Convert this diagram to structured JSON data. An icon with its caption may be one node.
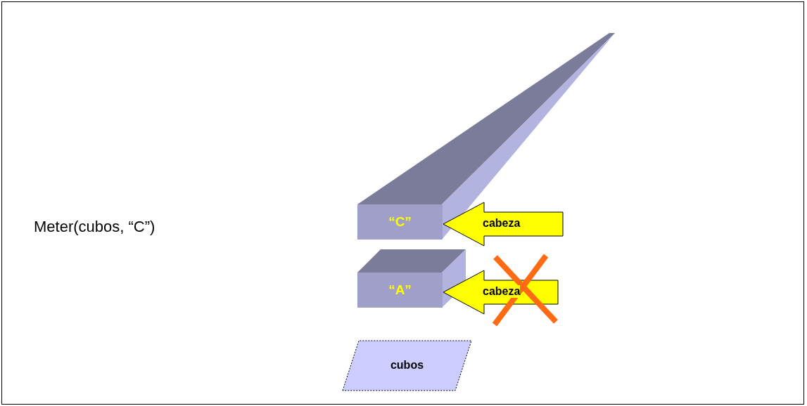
{
  "diagram": {
    "nodes": [
      {
        "text": [
          "“C”"
        ]
      },
      {
        "text": [
          "“A”"
        ]
      },
      {
        "text": [
          "cubos"
        ]
      }
    ],
    "edges": [
      {
        "from": null,
        "to": 0,
        "arrow": "to",
        "label": "cabeza"
      },
      {
        "from": null,
        "to": 1,
        "arrow": "to",
        "label": "cabeza"
      }
    ],
    "labels": [
      "Meter(cubos, “C”)"
    ]
  }
}
